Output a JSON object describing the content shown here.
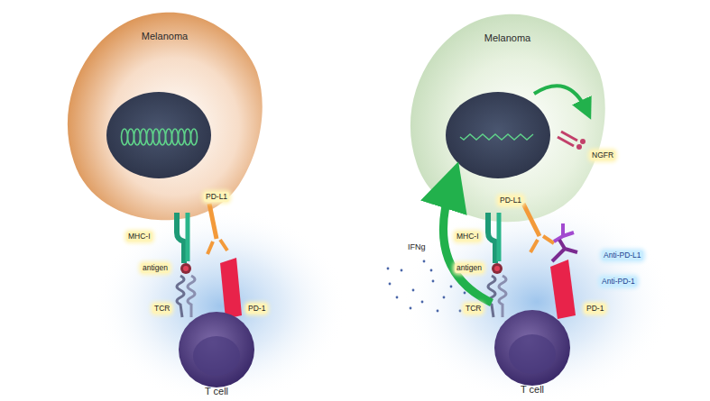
{
  "diagram": {
    "nodes": [
      {
        "text": [
          "Melanoma"
        ]
      },
      {
        "text": [
          "T cell"
        ]
      },
      {
        "text": [
          "Melanoma"
        ]
      },
      {
        "text": [
          "T cell"
        ]
      }
    ],
    "labels": [
      "PD-L1",
      "MHC-I",
      "antigen",
      "TCR",
      "PD-1",
      "NGFR",
      "PD-L1",
      "MHC-I",
      "Anti-PD-L1",
      "Anti-PD-1",
      "IFNg",
      "antigen",
      "TCR",
      "PD-1"
    ]
  }
}
